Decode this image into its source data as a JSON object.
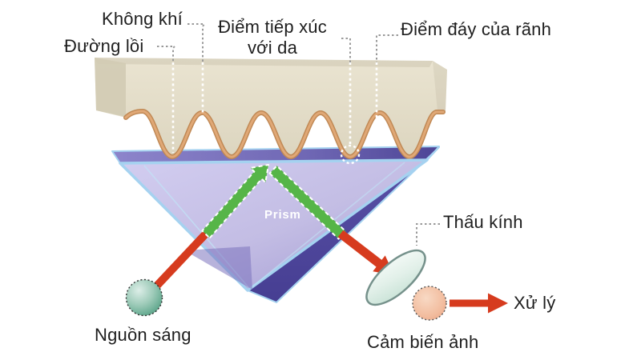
{
  "figure": {
    "title_implicit": "Optical fingerprint sensing diagram",
    "labels": {
      "air": "Không khí",
      "ridge": "Đường lồi",
      "contact_line1": "Điểm tiếp xúc",
      "contact_line2": "với da",
      "groove_bottom": "Điểm đáy của rãnh",
      "lens": "Thấu kính",
      "processing": "Xử lý",
      "light_source": "Nguồn sáng",
      "image_sensor": "Cảm biến ảnh",
      "prism": "Prism"
    },
    "colors": {
      "skin_block": "#e6e0cc",
      "skin_side": "#d2cbb4",
      "ridge_outline": "#d49a6c",
      "prism_face": "#c7c1e6",
      "prism_top": "#7d75c0",
      "prism_side_dark": "#544c9f",
      "prism_outline": "#a5d2f0",
      "beam_red": "#d63b1e",
      "beam_green": "#56b548",
      "light_source_fill": "#6fb09a",
      "lens_fill": "#ddeee6",
      "sensor_fill": "#f0b394",
      "connector_gray": "#999999",
      "connector_white": "#ffffff",
      "label_text": "#1e1e1e"
    }
  }
}
